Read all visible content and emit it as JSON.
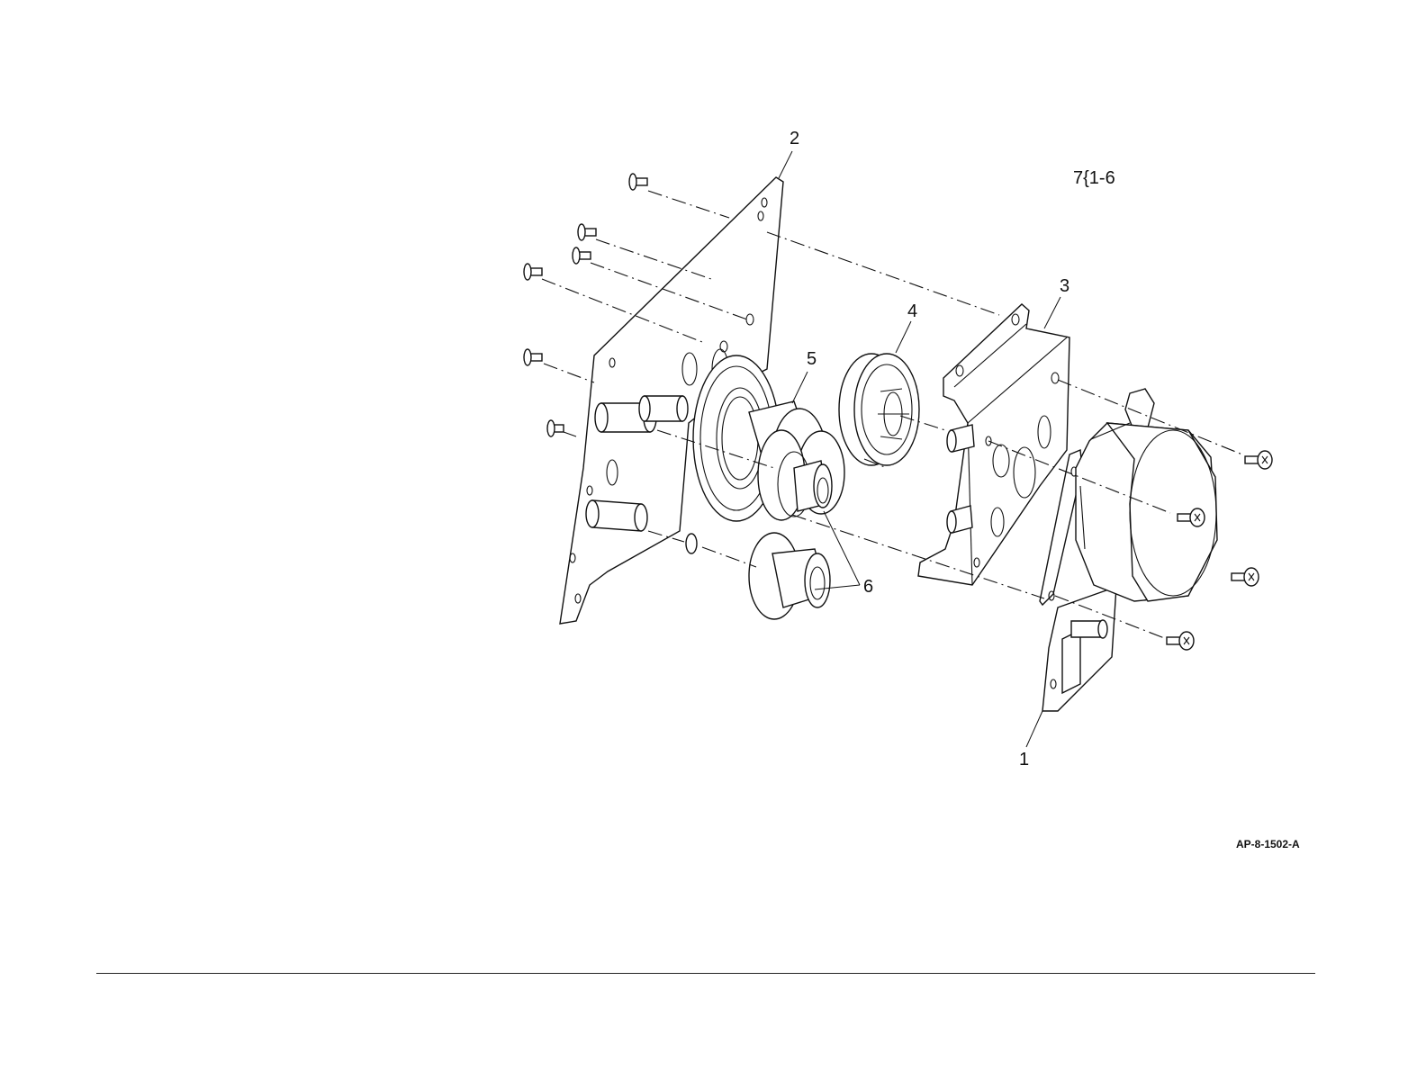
{
  "callouts": {
    "c1": "1",
    "c2": "2",
    "c3": "3",
    "c4": "4",
    "c5": "5",
    "c6": "6",
    "kit": "7{1-6"
  },
  "figure_id": "AP-8-1502-A"
}
